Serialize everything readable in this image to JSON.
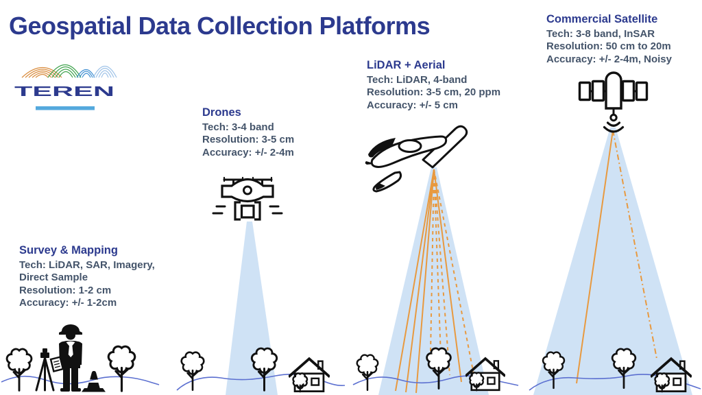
{
  "title": "Geospatial Data Collection Platforms",
  "logo": {
    "brand": "TEREN"
  },
  "platforms": [
    {
      "id": "survey",
      "name": "Survey & Mapping",
      "tech": "Tech: LiDAR, SAR, Imagery,",
      "tech2": "Direct Sample",
      "resolution": "Resolution: 1-2 cm",
      "accuracy": "Accuracy: +/- 1-2cm"
    },
    {
      "id": "drones",
      "name": "Drones",
      "tech": "Tech: 3-4 band",
      "resolution": "Resolution: 3-5 cm",
      "accuracy": "Accuracy: +/- 2-4m"
    },
    {
      "id": "lidar-aerial",
      "name": "LiDAR + Aerial",
      "tech": "Tech: LiDAR, 4-band",
      "resolution": "Resolution: 3-5 cm, 20 ppm",
      "accuracy": "Accuracy: +/- 5 cm"
    },
    {
      "id": "commercial-satellite",
      "name": "Commercial Satellite",
      "tech": "Tech: 3-8 band, InSAR",
      "resolution": "Resolution: 50 cm to 20m",
      "accuracy": "Accuracy: +/- 2-4m, Noisy"
    }
  ],
  "icons": {
    "logo": "teren-mountain-waves-logo",
    "survey": "surveyor-person-icon, tripod-total-station-icon, traffic-cone-icon",
    "drones": "quadcopter-drone-icon",
    "lidar": "small-airplane-icon",
    "satellite": "satellite-icon",
    "scenery": "tree-icon, house-icon",
    "beams": "scan-beam-cone, lidar-ray-lines"
  },
  "colors": {
    "heading_blue": "#2c3a8e",
    "body_text": "#44546a",
    "beam_blue": "#cfe2f5",
    "laser_orange": "#e8993f",
    "ground_line_blue": "#5b6fd0",
    "logo_orange": "#d98b3c",
    "logo_green": "#3fa34d",
    "logo_blue": "#3f8fd2",
    "logo_light_blue": "#9fc3e8",
    "logo_bar": "#55a9dd",
    "icon_ink": "#111111"
  }
}
